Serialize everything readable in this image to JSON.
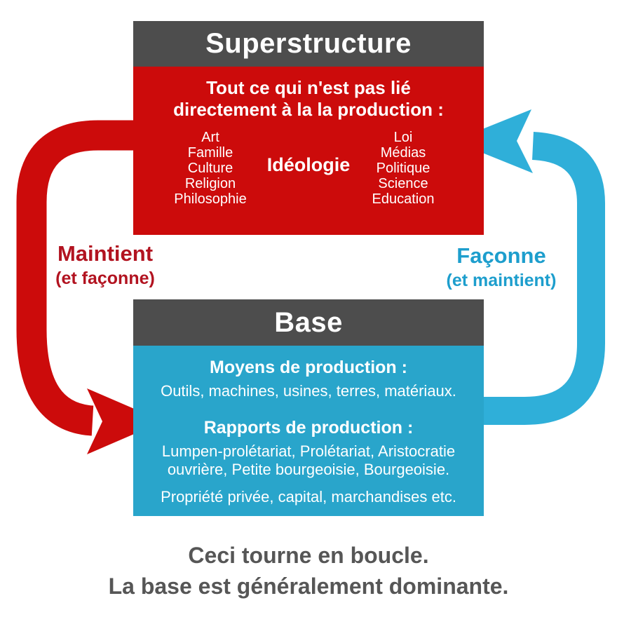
{
  "colors": {
    "background": "#ffffff",
    "header_gray": "#4d4d4d",
    "box_red": "#cc0b0b",
    "arrow_red": "#cc0b0b",
    "label_red": "#b21320",
    "box_blue": "#29a5cb",
    "arrow_blue": "#2fafd9",
    "label_blue": "#1d9ecd",
    "caption_gray": "#565656",
    "text_white": "#ffffff"
  },
  "superstructure": {
    "header": "Superstructure",
    "intro_line1": "Tout ce qui n'est pas lié",
    "intro_line2": "directement à la la production :",
    "left_list": [
      "Art",
      "Famille",
      "Culture",
      "Religion",
      "Philosophie"
    ],
    "center_label": "Idéologie",
    "right_list": [
      "Loi",
      "Médias",
      "Politique",
      "Science",
      "Education"
    ]
  },
  "left_arrow_label": {
    "title": "Maintient",
    "subtitle": "(et façonne)"
  },
  "right_arrow_label": {
    "title": "Façonne",
    "subtitle": "(et maintient)"
  },
  "base": {
    "header": "Base",
    "moyens_title": "Moyens de production :",
    "moyens_text": "Outils, machines, usines, terres, matériaux.",
    "rapports_title": "Rapports de production :",
    "rapports_text_line1": "Lumpen-prolétariat, Prolétariat, Aristocratie",
    "rapports_text_line2": "ouvrière, Petite bourgeoisie, Bourgeoisie.",
    "propriete_text": "Propriété privée, capital, marchandises etc."
  },
  "caption": {
    "line1": "Ceci tourne en boucle.",
    "line2": "La base est généralement dominante."
  },
  "icons": {
    "red_arrow": "curved-arrow-from-superstructure-to-base",
    "blue_arrow": "curved-arrow-from-base-to-superstructure"
  }
}
